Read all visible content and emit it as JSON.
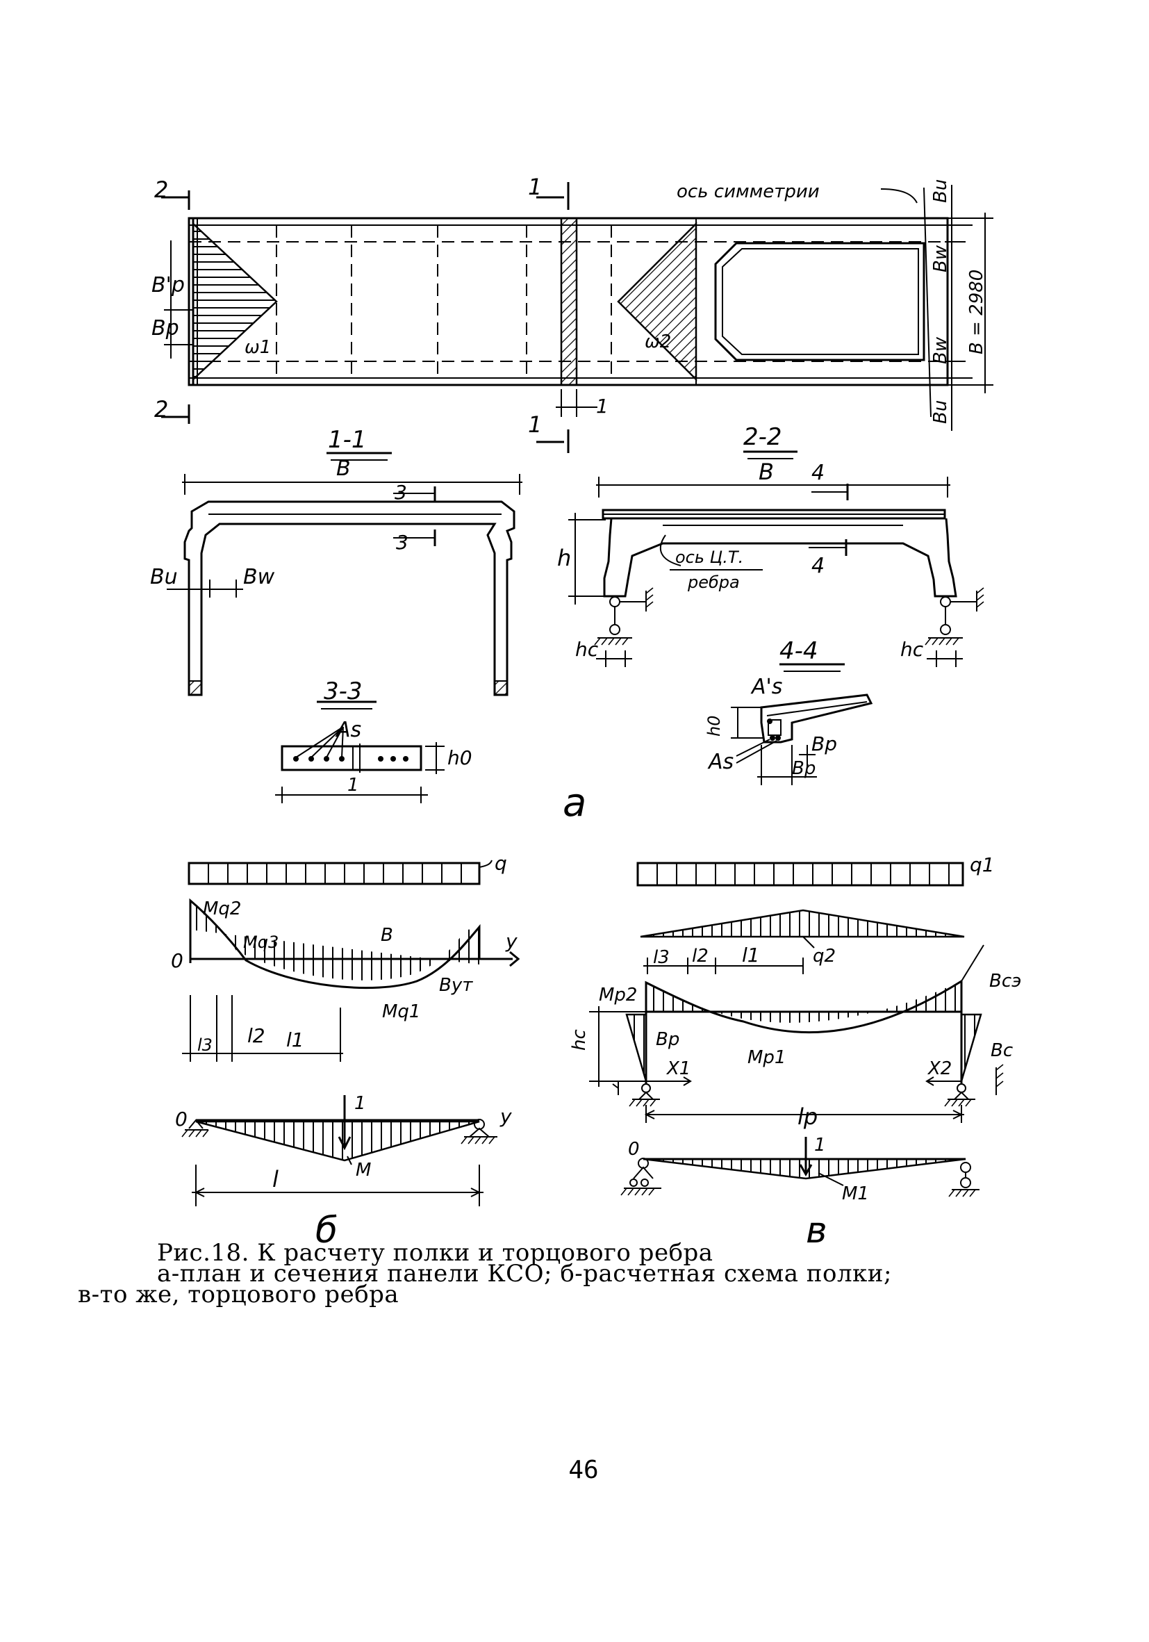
{
  "figure": {
    "plan_labels": {
      "symmetry_axis": "ось симметрии",
      "section_1_top": "1",
      "section_1_bottom": "1",
      "section_1_right": "1",
      "section_2_top": "2",
      "section_2_bottom": "2",
      "bp_prime": "B'p",
      "bp": "Bp",
      "omega1": "ω1",
      "omega2": "ω2",
      "bu_top": "Bu",
      "bw_top": "Bw",
      "bw_bottom": "Bw",
      "bu_bottom": "Bu",
      "total_width": "B = 2980"
    },
    "section_1_1": {
      "title": "1-1",
      "b": "B",
      "cut_3_top": "3",
      "cut_3_bottom": "3",
      "bu": "Bu",
      "bw": "Bw"
    },
    "section_2_2": {
      "title": "2-2",
      "b": "B",
      "cut_4_top": "4",
      "cut_4_bottom": "4",
      "h": "h",
      "axis_label_1": "ось Ц.Т.",
      "axis_label_2": "ребра",
      "hc_left": "hc",
      "hc_right": "hc"
    },
    "section_3_3": {
      "title": "3-3",
      "as": "As",
      "h0": "h0",
      "one": "1"
    },
    "section_4_4": {
      "title": "4-4",
      "as_prime": "A's",
      "h0": "h0",
      "as": "As",
      "bp": "Bp",
      "bp_lower": "Bp"
    },
    "part_a": "a",
    "diagram_b": {
      "q": "q",
      "mq2": "Mq2",
      "mq3": "Mq3",
      "b": "B",
      "o": "0",
      "y": "y",
      "but": "Byт",
      "mq1": "Mq1",
      "l3": "l3",
      "l2": "l2",
      "l1": "l1",
      "o2": "0",
      "one": "1",
      "y2": "y",
      "m": "M",
      "l": "l",
      "part": "б"
    },
    "diagram_v": {
      "q1": "q1",
      "q2": "q2",
      "l3": "l3",
      "l2": "l2",
      "l1": "l1",
      "mp2": "Mp2",
      "bc_e": "Bcэ",
      "hc": "hc",
      "bp": "Bp",
      "mp1": "Mp1",
      "bc": "Bc",
      "x1": "X1",
      "x2": "X2",
      "lp": "lp",
      "o": "0",
      "one": "1",
      "m1": "M1",
      "part": "в"
    }
  },
  "caption": {
    "line1": "Рис.18. К расчету полки и торцового ребра",
    "line2": "а-план и сечения панели КСО; б-расчетная схема полки;",
    "line3": "в-то же, торцового ребра"
  },
  "page_number": "46"
}
